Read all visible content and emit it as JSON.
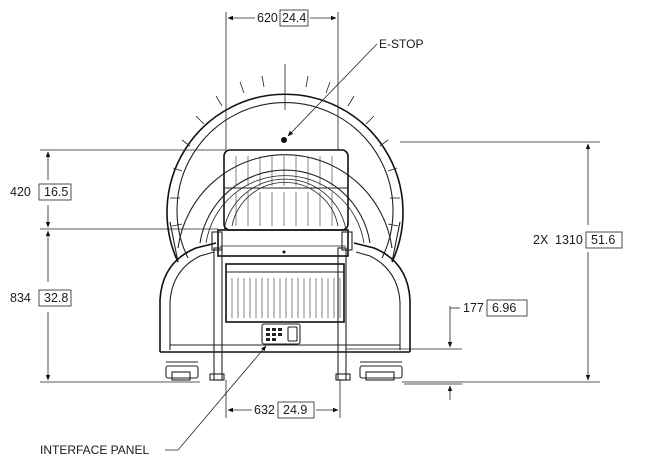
{
  "drawing": {
    "callouts": {
      "estop": "E-STOP",
      "interface_panel": "INTERFACE PANEL"
    },
    "dimensions": {
      "top_width": {
        "mm": "620",
        "in": "24.4"
      },
      "upper_height": {
        "mm": "420",
        "in": "16.5"
      },
      "lower_height": {
        "mm": "834",
        "in": "32.8"
      },
      "overall_height": {
        "prefix": "2X",
        "mm": "1310",
        "in": "51.6"
      },
      "clearance": {
        "mm": "177",
        "in": "6.96"
      },
      "bottom_width": {
        "mm": "632",
        "in": "24.9"
      }
    }
  }
}
